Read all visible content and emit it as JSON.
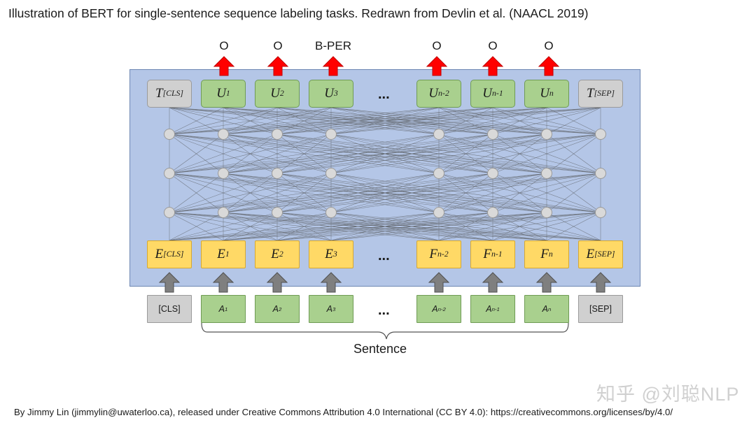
{
  "caption": "Illustration of BERT for single-sentence sequence labeling tasks. Redrawn from Devlin et al. (NAACL 2019)",
  "credit": "By Jimmy Lin (jimmylin@uwaterloo.ca), released under Creative Commons Attribution 4.0 International (CC BY 4.0): https://creativecommons.org/licenses/by/4.0/",
  "watermark": "知乎 @刘聪NLP",
  "output_labels": [
    "O",
    "O",
    "B-PER",
    "O",
    "O",
    "O"
  ],
  "ellipsis": "...",
  "top_tokens": [
    {
      "main": "T",
      "sub": "[CLS]"
    },
    {
      "main": "U",
      "sub": "1"
    },
    {
      "main": "U",
      "sub": "2"
    },
    {
      "main": "U",
      "sub": "3"
    },
    {
      "main": "U",
      "sub": "n-2"
    },
    {
      "main": "U",
      "sub": "n-1"
    },
    {
      "main": "U",
      "sub": "n"
    },
    {
      "main": "T",
      "sub": "[SEP]"
    }
  ],
  "embeddings": [
    {
      "main": "E",
      "sub": "[CLS]"
    },
    {
      "main": "E",
      "sub": "1"
    },
    {
      "main": "E",
      "sub": "2"
    },
    {
      "main": "E",
      "sub": "3"
    },
    {
      "main": "F",
      "sub": "n-2"
    },
    {
      "main": "F",
      "sub": "n-1"
    },
    {
      "main": "F",
      "sub": "n"
    },
    {
      "main": "E",
      "sub": "[SEP]"
    }
  ],
  "inputs": [
    {
      "main": "[CLS]",
      "sub": ""
    },
    {
      "main": "A",
      "sub": "1"
    },
    {
      "main": "A",
      "sub": "2"
    },
    {
      "main": "A",
      "sub": "3"
    },
    {
      "main": "A",
      "sub": "n-2"
    },
    {
      "main": "A",
      "sub": "n-1"
    },
    {
      "main": "A",
      "sub": "n"
    },
    {
      "main": "[SEP]",
      "sub": ""
    }
  ],
  "sentence_label": "Sentence",
  "colors": {
    "encoder_bg": "#b4c6e7",
    "output_token": "#a9d08e",
    "special_token": "#d0d0d0",
    "embedding": "#ffd966",
    "output_arrow": "#ff0000",
    "input_arrow": "#7f7f7f",
    "node": "#d9d9d9"
  }
}
